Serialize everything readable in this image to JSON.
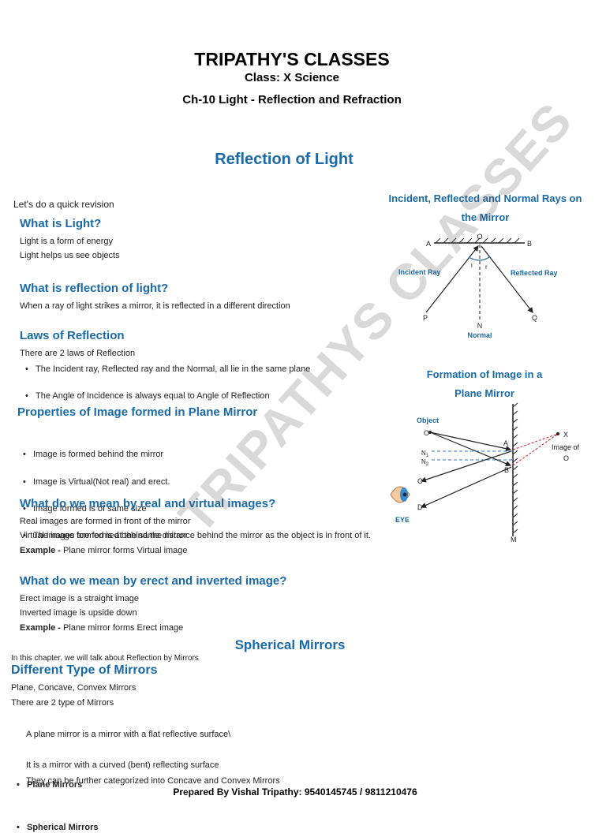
{
  "header": {
    "org": "TRIPATHY'S CLASSES",
    "class_line": "Class: X Science",
    "chapter": "Ch-10 Light - Reflection and Refraction"
  },
  "section_title": "Reflection of Light",
  "revision": {
    "intro": "Let's do a quick revision",
    "what_is_light": {
      "heading": "What is Light?",
      "lines": [
        "Light is a form of energy",
        "Light helps us see objects"
      ]
    },
    "what_is_reflection": {
      "heading": "What is reflection of light?",
      "lines": [
        "When a ray of light strikes a mirror, it is reflected in a different direction"
      ]
    },
    "laws": {
      "heading": "Laws of Reflection",
      "intro": "There are 2 laws of Reflection",
      "bullets": [
        "The Incident ray, Reflected ray and the Normal, all lie in the same plane",
        "The Angle of Incidence is always equal to Angle of Reflection"
      ]
    },
    "properties": {
      "heading": "Properties of Image formed in Plane Mirror",
      "bullets": [
        "Image is formed behind the mirror",
        "Image is Virtual(Not real) and erect.",
        "Image formed is of same size",
        "The image formed is at the same distance behind the mirror as the object is in front of it."
      ]
    },
    "real_virtual": {
      "heading": "What do we mean by real and virtual images?",
      "lines": [
        "Real images are formed in front of the mirror",
        "Virtual images are formed behind the mirror"
      ],
      "example_label": "Example -",
      "example_text": " Plane mirror forms Virtual image"
    },
    "erect_inverted": {
      "heading": "What do we mean by erect and inverted image?",
      "lines": [
        "Erect image is a straight image",
        "Inverted image is upside down"
      ],
      "example_label": "Example -",
      "example_text": " Plane mirror forms Erect image"
    }
  },
  "diagram1": {
    "title_line1": "Incident, Reflected and Normal Rays on",
    "title_line2": "the Mirror",
    "labels": {
      "o": "O",
      "a": "A",
      "b": "B",
      "p": "P",
      "q": "Q",
      "n": "N",
      "i": "i",
      "r": "r",
      "incident": "Incident Ray",
      "reflected": "Reflected Ray",
      "normal": "Normal"
    }
  },
  "diagram2": {
    "title_line1": "Formation of Image in a",
    "title_line2": "Plane Mirror",
    "labels": {
      "object": "Object",
      "o": "O",
      "a": "A",
      "b": "B",
      "n1": "N",
      "n2": "N",
      "sub1": "1",
      "sub2": "2",
      "c": "C",
      "d": "D",
      "x": "X",
      "m": "M",
      "eye": "EYE",
      "image_of": "Image of",
      "image_o": "O"
    }
  },
  "watermark": "TRIPATHYS CLASSES",
  "spherical": {
    "title": "Spherical Mirrors",
    "intro": "In this chapter, we will talk about Reflection by Mirrors",
    "heading": "Different Type of Mirrors",
    "line1": "Plane, Concave, Convex Mirrors",
    "line2": "There are 2 type of Mirrors",
    "plane_label": "Plane Mirrors",
    "plane_desc": "A plane mirror is a mirror with a flat reflective surface\\",
    "spherical_label": "Spherical Mirrors",
    "spherical_desc1": "It is a mirror with a curved (bent) reflecting surface",
    "spherical_desc2": "They can be further categorized into Concave and Convex Mirrors"
  },
  "footer": "Prepared By Vishal Tripathy: 9540145745 / 9811210476",
  "colors": {
    "heading_blue": "#1a6aa8",
    "ray_red": "#cc2222",
    "dash_blue": "#2a7ac8"
  }
}
